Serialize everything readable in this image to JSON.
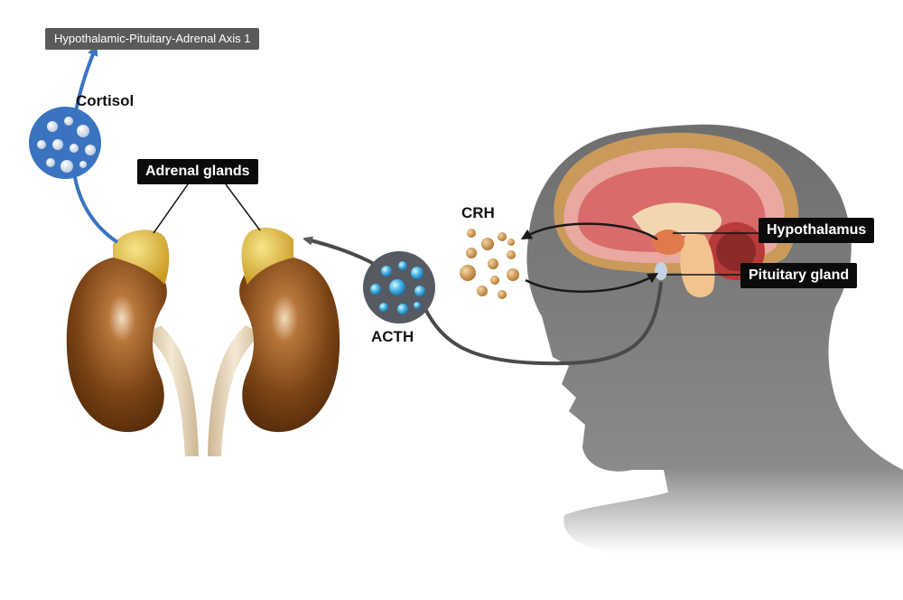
{
  "tooltip": {
    "text": "Hypothalamic-Pituitary-Adrenal Axis 1"
  },
  "labels": {
    "cortisol": "Cortisol",
    "adrenal_glands": "Adrenal glands",
    "crh": "CRH",
    "acth": "ACTH",
    "hypothalamus": "Hypothalamus",
    "pituitary_gland": "Pituitary gland"
  },
  "colors": {
    "cortisol_blue": "#3a74c0",
    "kidney_brown": "#7a4315",
    "adrenal_yellow": "#e0bf45",
    "acth_circle": "#555a63",
    "crh_dot": "#c88a3a",
    "head_gray": "#7d7d7d",
    "label_bg": "#0b0b0b"
  }
}
